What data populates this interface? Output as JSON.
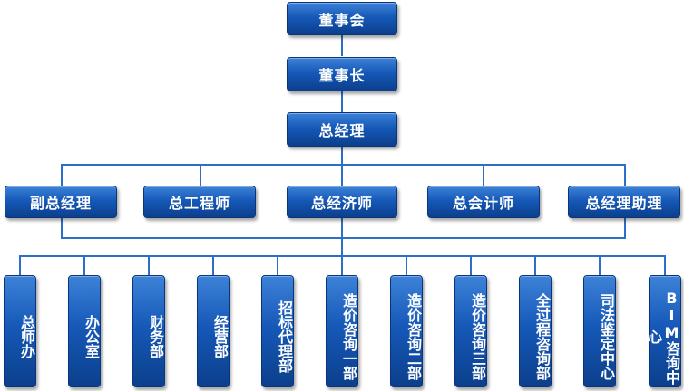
{
  "top": [
    "董事会",
    "董事长",
    "总经理"
  ],
  "managers": [
    "副总经理",
    "总工程师",
    "总经济师",
    "总会计师",
    "总经理助理"
  ],
  "departments": [
    "总师办",
    "办公室",
    "财务部",
    "经营部",
    "招标代理部",
    "造价咨询一部",
    "造价咨询二部",
    "造价咨询三部",
    "全过程咨询部",
    "司法鉴定中心",
    "BIM咨询中心"
  ],
  "colors": {
    "box_top": "#3d82d8",
    "box_bottom": "#0b3f8c",
    "connector": "#2a6fc9",
    "text": "#ffffff"
  }
}
